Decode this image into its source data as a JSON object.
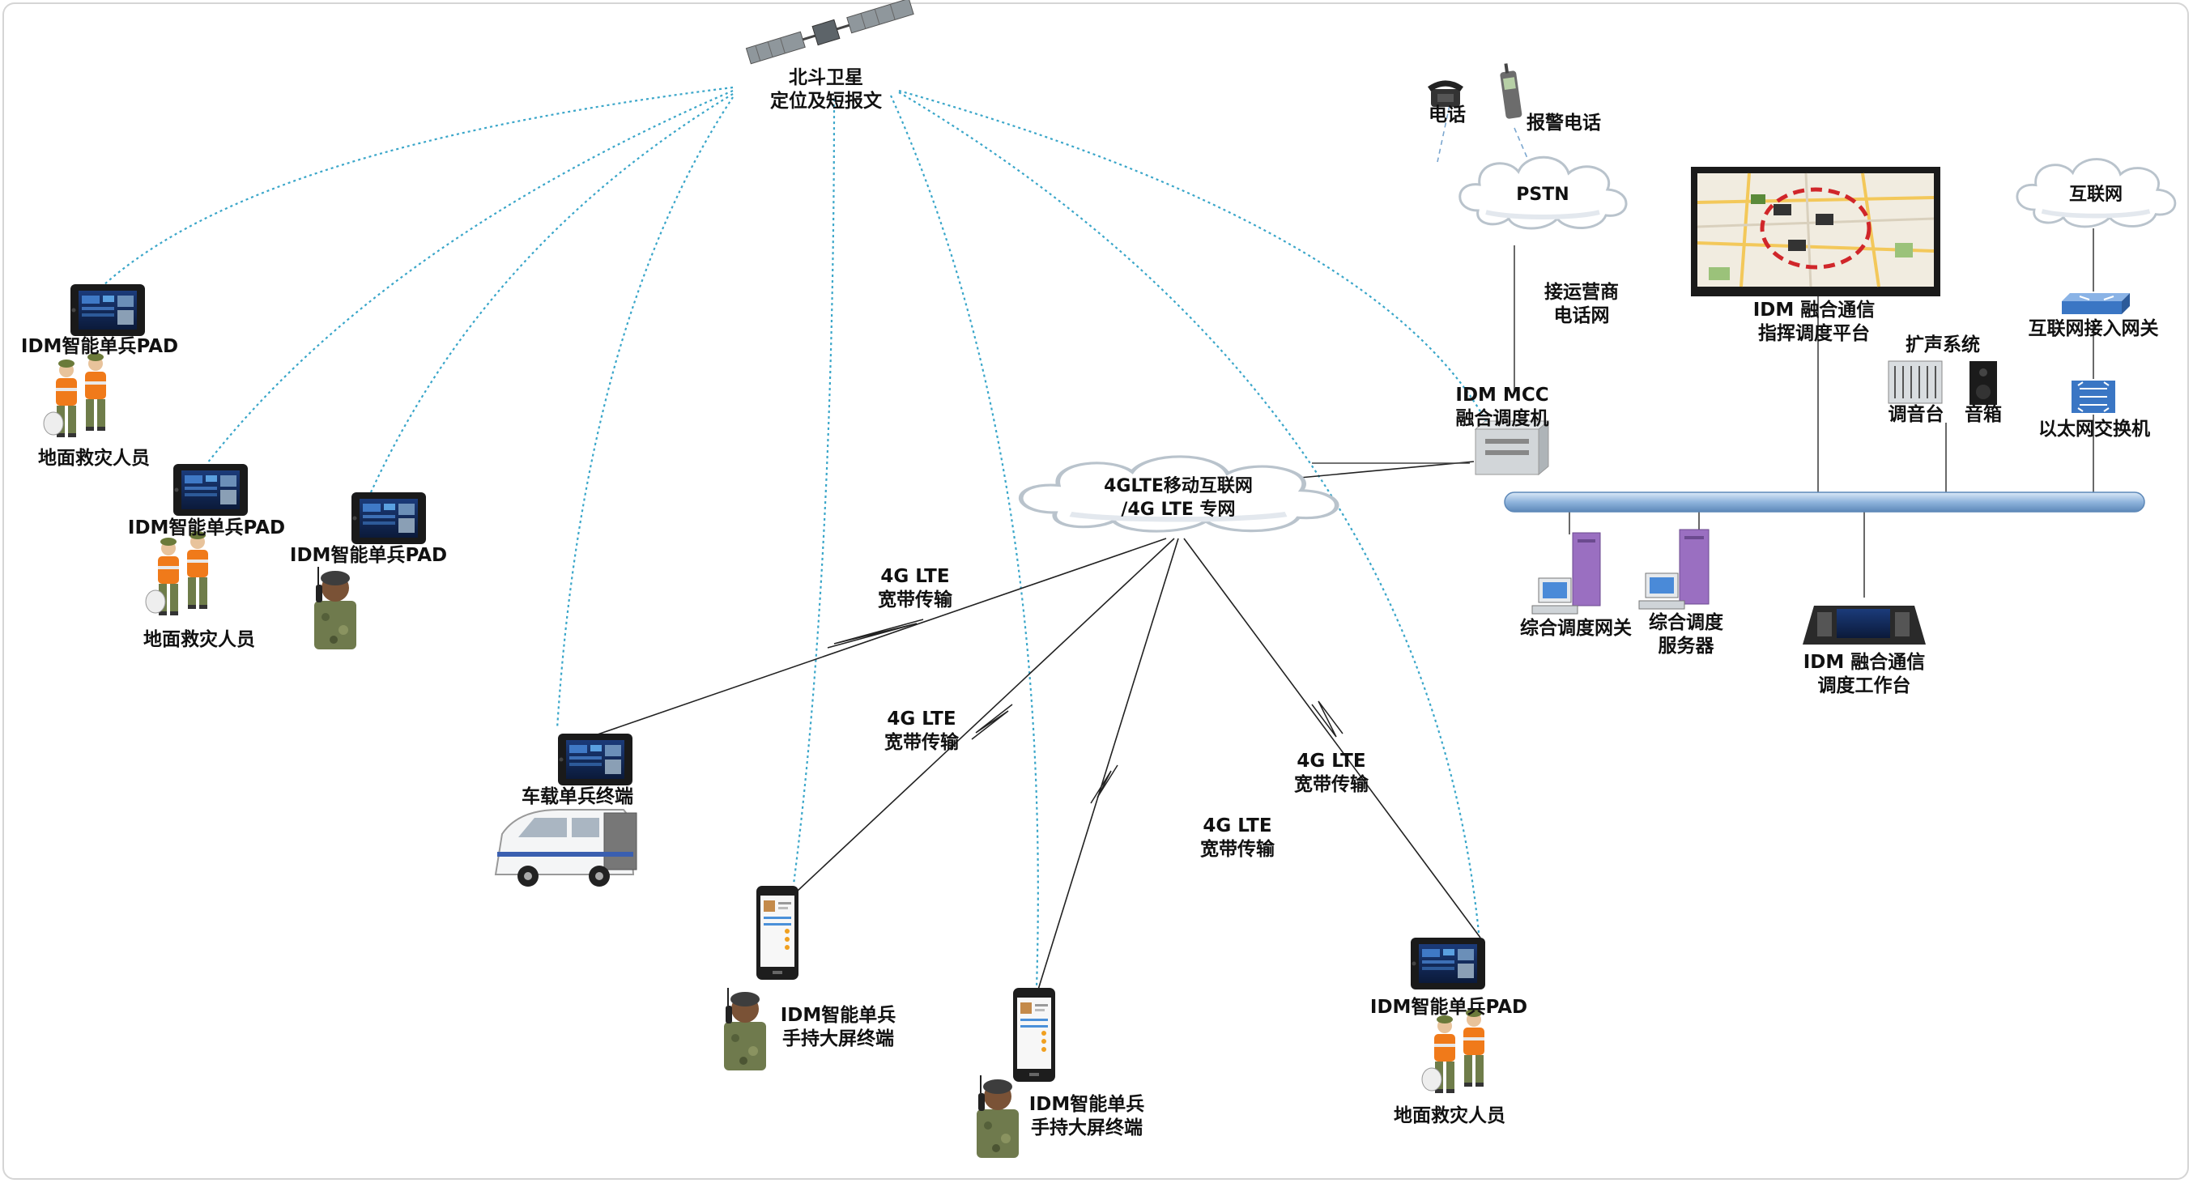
{
  "satellite": {
    "line1": "北斗卫星",
    "line2": "定位及短报文"
  },
  "pstn": {
    "phone": "电话",
    "alarm_phone": "报警电话",
    "cloud": "PSTN",
    "carrier_line1": "接运营商",
    "carrier_line2": "电话网"
  },
  "internet": {
    "cloud": "互联网",
    "gateway": "互联网接入网关",
    "switch": "以太网交换机"
  },
  "lte_cloud": {
    "line1": "4GLTE移动互联网",
    "line2": "/4G LTE 专网"
  },
  "mcc": {
    "line1": "IDM MCC",
    "line2": "融合调度机"
  },
  "command_platform": {
    "line1": "IDM 融合通信",
    "line2": "指挥调度平台"
  },
  "pa_system": {
    "title": "扩声系统",
    "console": "调音台",
    "speaker": "音箱"
  },
  "gateway_server": {
    "gateway": "综合调度网关",
    "server_line1": "综合调度",
    "server_line2": "服务器"
  },
  "workstation": {
    "line1": "IDM 融合通信",
    "line2": "调度工作台"
  },
  "pad_left1": {
    "name": "IDM智能单兵PAD",
    "people": "地面救灾人员"
  },
  "pad_left2": {
    "name": "IDM智能单兵PAD",
    "people": "地面救灾人员"
  },
  "pad_left3": {
    "name": "IDM智能单兵PAD"
  },
  "vehicle": {
    "name": "车载单兵终端"
  },
  "handset1": {
    "line1": "IDM智能单兵",
    "line2": "手持大屏终端"
  },
  "handset2": {
    "line1": "IDM智能单兵",
    "line2": "手持大屏终端"
  },
  "pad_right": {
    "name": "IDM智能单兵PAD",
    "people": "地面救灾人员"
  },
  "links": [
    {
      "line1": "4G LTE",
      "line2": "宽带传输"
    },
    {
      "line1": "4G LTE",
      "line2": "宽带传输"
    },
    {
      "line1": "4G LTE",
      "line2": "宽带传输"
    },
    {
      "line1": "4G LTE",
      "line2": "宽带传输"
    }
  ],
  "colors": {
    "satellite_link": "#3aa6c9",
    "lte_link": "#222222",
    "bus": "#8fb4dc",
    "map_ring": "#d0262a"
  }
}
